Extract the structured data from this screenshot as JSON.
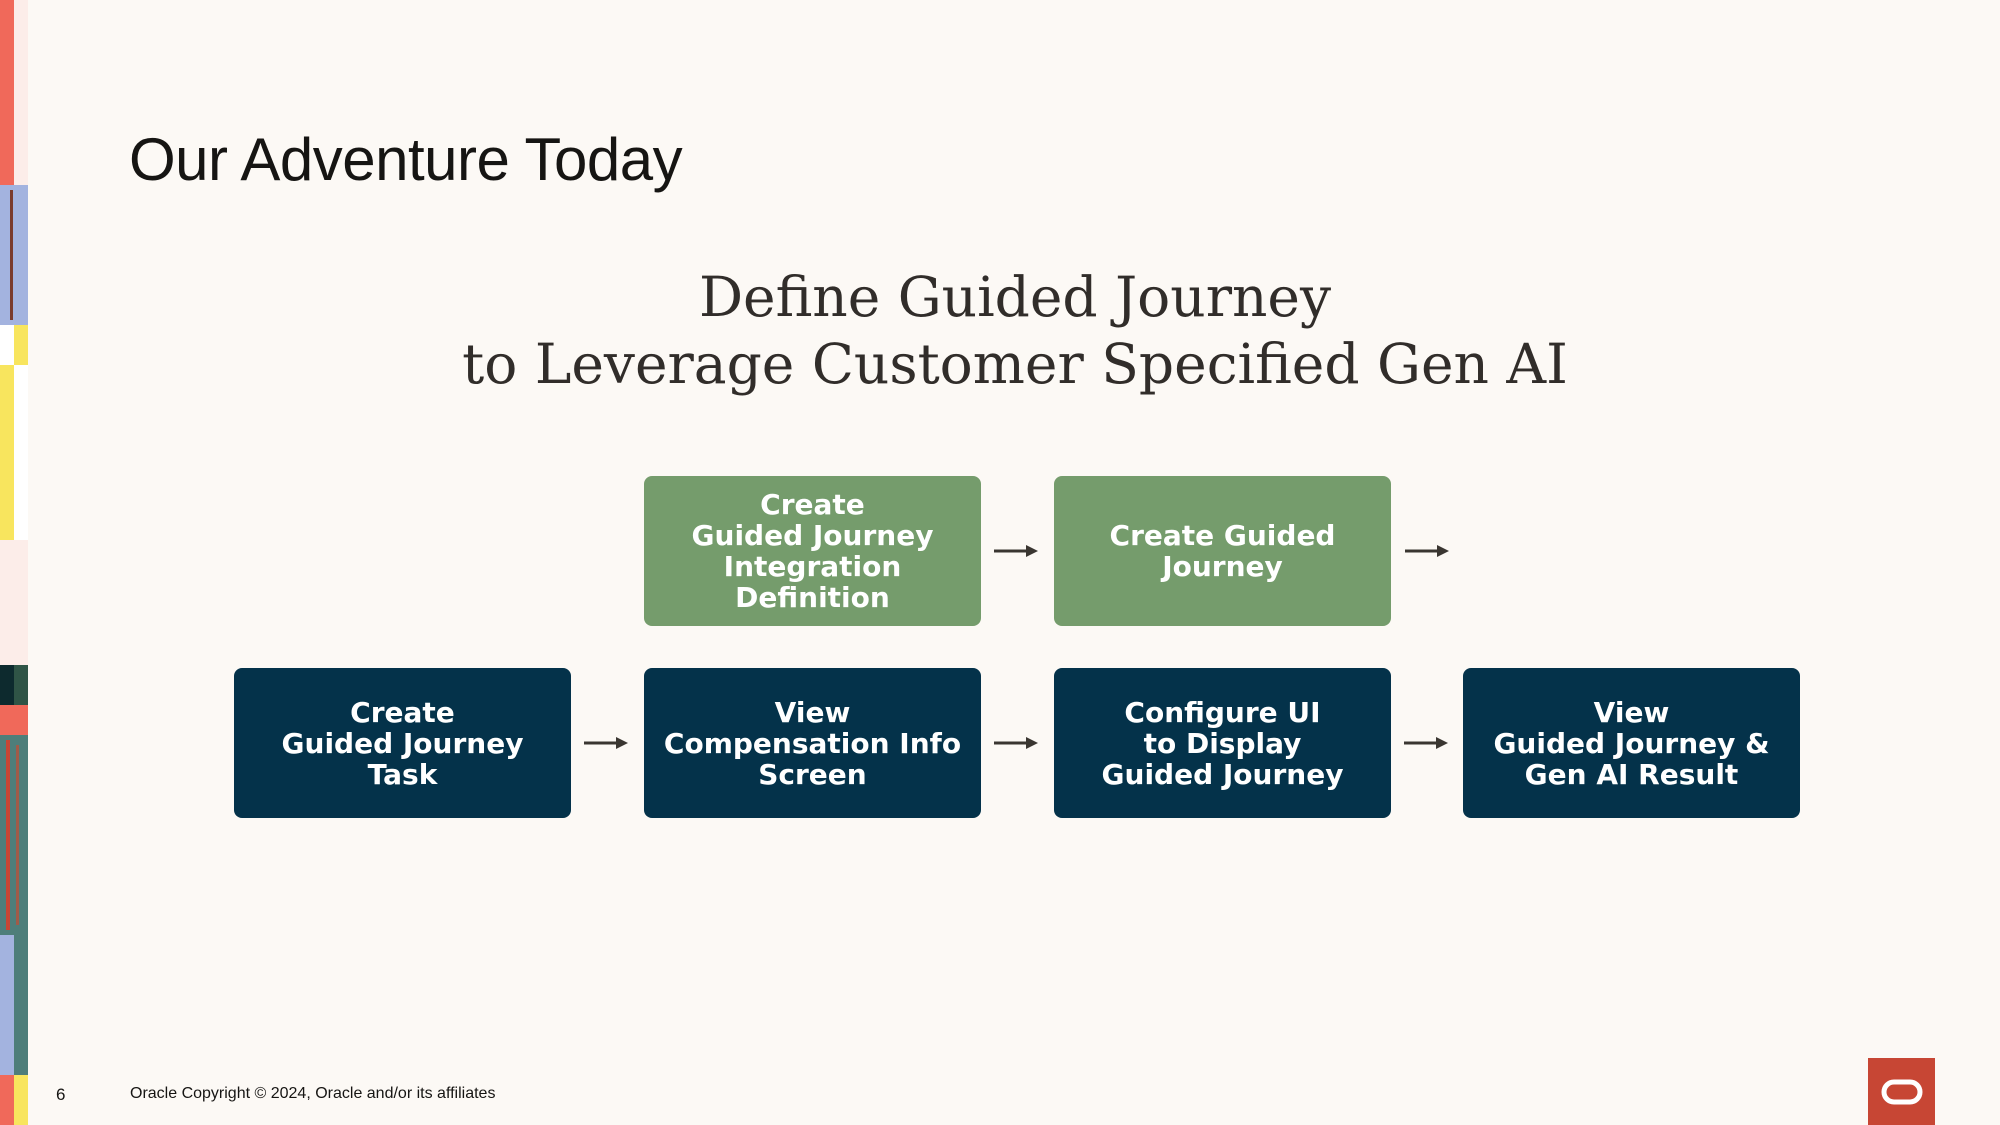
{
  "slide": {
    "title": "Our Adventure Today",
    "subtitle_line1": "Define Guided Journey",
    "subtitle_line2": "to Leverage Customer Specified Gen AI",
    "page_number": "6",
    "copyright": "Oracle Copyright © 2024, Oracle and/or its affiliates"
  },
  "flow": {
    "top_row": [
      {
        "label": "Create\nGuided Journey\nIntegration\nDefinition"
      },
      {
        "label": "Create Guided\nJourney"
      }
    ],
    "bottom_row": [
      {
        "label": "Create\nGuided Journey\nTask"
      },
      {
        "label": "View\nCompensation Info\nScreen"
      },
      {
        "label": "Configure UI\nto Display\nGuided Journey"
      },
      {
        "label": "View\nGuided Journey &\nGen AI Result"
      }
    ]
  },
  "colors": {
    "background": "#FCF9F5",
    "green_box": "#759C6C",
    "navy_box": "#04324A",
    "oracle_red": "#C74634"
  },
  "icons": {
    "arrow": "arrow-right-icon",
    "logo": "oracle-logo-icon"
  }
}
